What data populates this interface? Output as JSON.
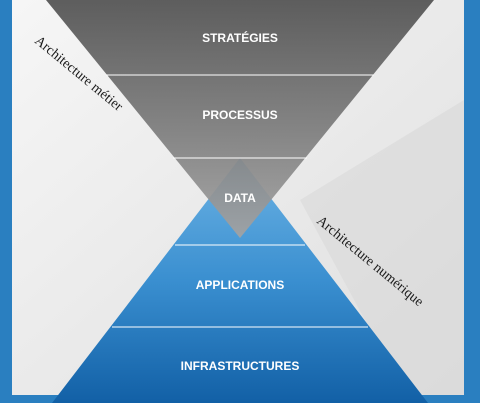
{
  "diagram": {
    "top_layers": [
      {
        "label": "STRATÉGIES"
      },
      {
        "label": "PROCESSUS"
      }
    ],
    "center_layer": {
      "label": "DATA"
    },
    "bottom_layers": [
      {
        "label": "APPLICATIONS"
      },
      {
        "label": "INFRASTRUCTURES"
      }
    ],
    "left_caption": "Architecture métier",
    "right_caption": "Architecture numérique",
    "colors": {
      "frame_blue": "#2a7fc0",
      "panel_light": "#f1f1f1",
      "panel_gray": "#dcdcdc",
      "gray_dark": "#5b5b5b",
      "gray_mid": "#8e8e8e",
      "blue_light": "#5aa8de",
      "blue_dark": "#1466ad"
    }
  }
}
